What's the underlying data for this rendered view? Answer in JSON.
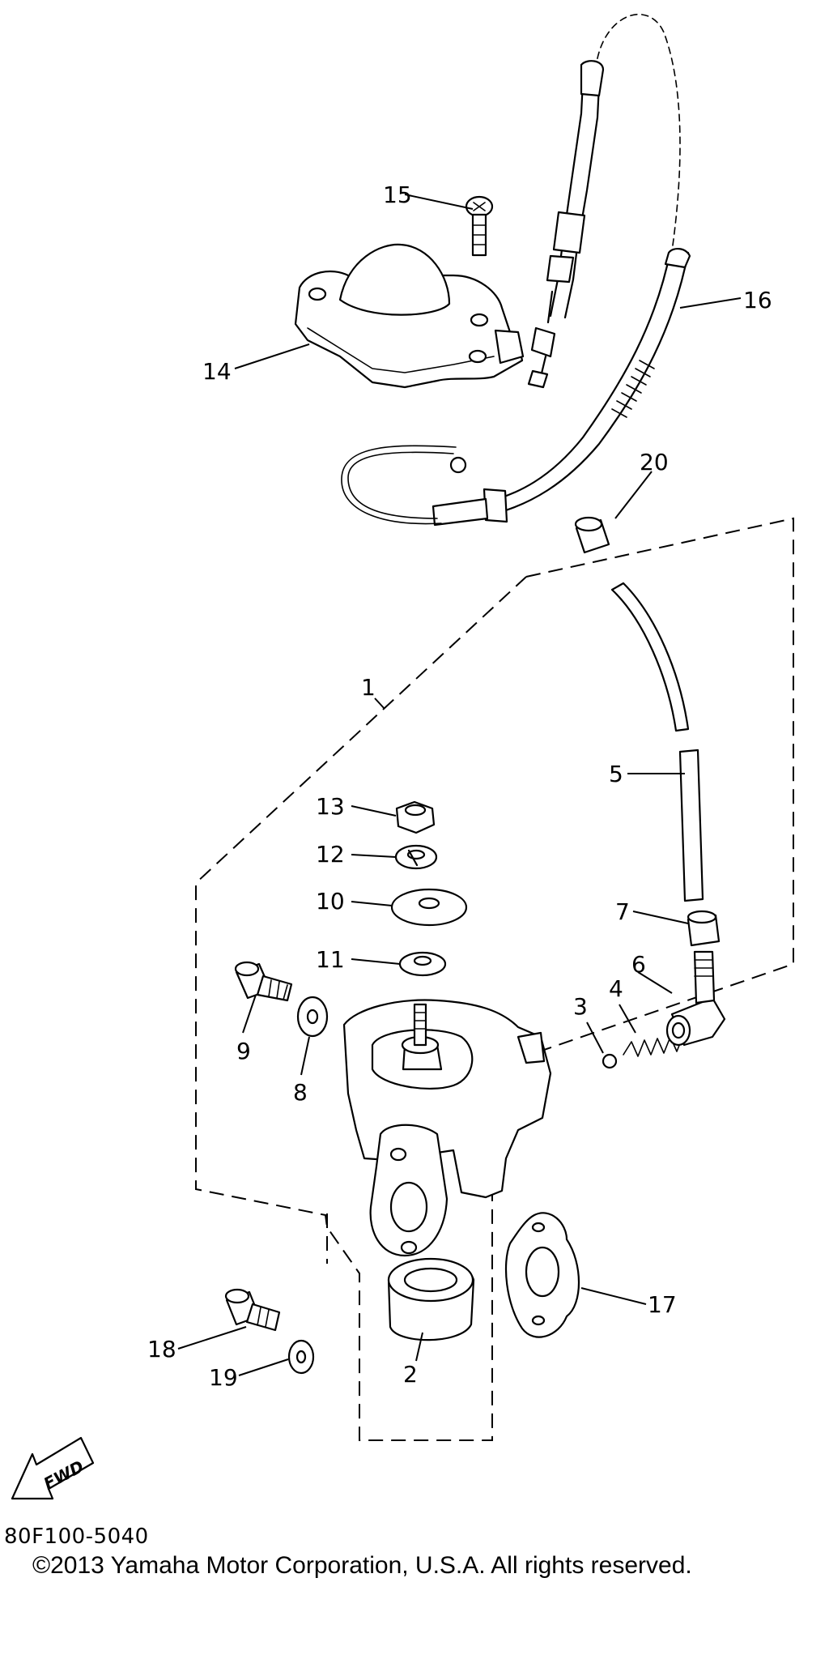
{
  "diagram": {
    "fwd_label": "FWD",
    "callouts": {
      "c1": "1",
      "c2": "2",
      "c3": "3",
      "c4": "4",
      "c5": "5",
      "c6": "6",
      "c7": "7",
      "c8": "8",
      "c9": "9",
      "c10": "10",
      "c11": "11",
      "c12": "12",
      "c13": "13",
      "c14": "14",
      "c15": "15",
      "c16": "16",
      "c17": "17",
      "c18": "18",
      "c19": "19",
      "c20": "20"
    }
  },
  "footer": {
    "code": "80F100-5040",
    "copyright": "©2013 Yamaha Motor Corporation, U.S.A. All rights reserved."
  }
}
